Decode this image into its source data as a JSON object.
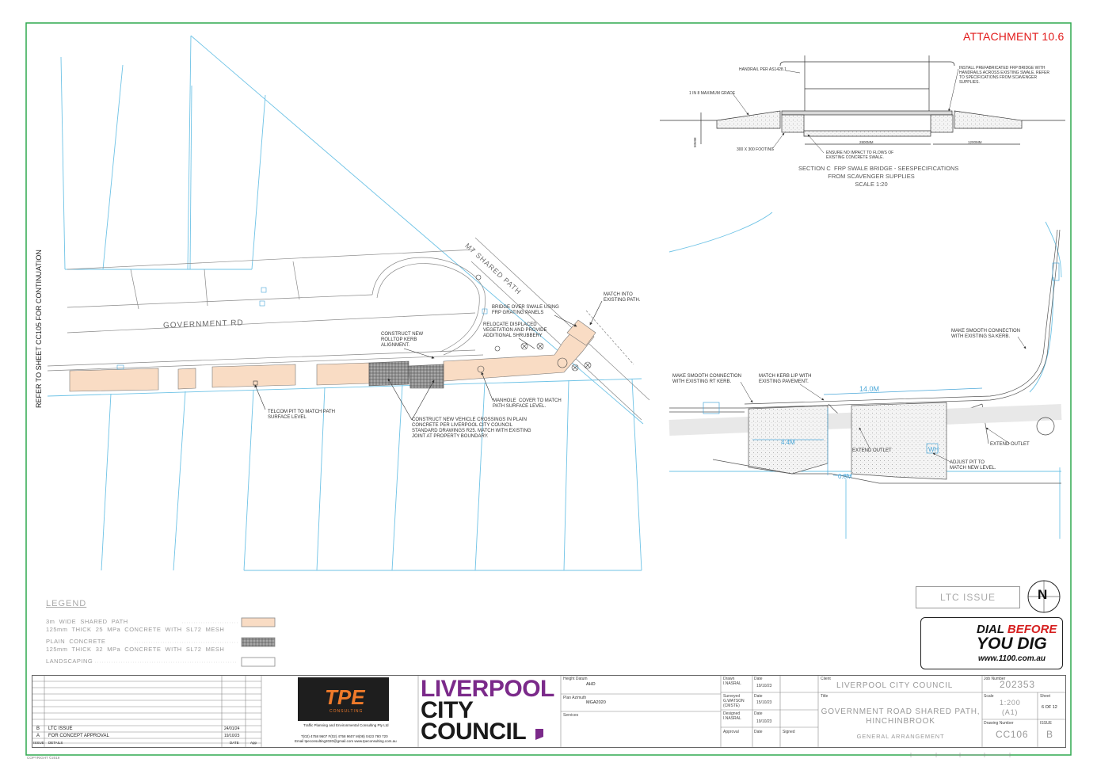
{
  "sheet": {
    "attachment": "ATTACHMENT 10.6",
    "side_note": "REFER TO SHEET CC105 FOR CONTINUATION",
    "copyright": "COPYRIGHT ©2019"
  },
  "plan": {
    "road_government": "GOVERNMENT RD",
    "road_shared_path": "M7 SHARED PATH",
    "labels": {
      "match_existing_path": "MATCH INTO\nEXISTING PATH.",
      "bridge_over_swale": "BRIDGE OVER SWALE USING\nFRP GRATING PANELS",
      "relocate_vegetation": "RELOCATE DISPLACED\nVEGETATION AND PROVIDE\nADDITIONAL SHRUBBERY",
      "rolltop_kerb": "CONSTRUCT NEW\nROLLTOP KERB\nALIGNMENT.",
      "telecom_pit": "TELCOM PIT TO MATCH PATH\nSURFACE LEVEL",
      "vehicle_crossings": "CONSTRUCT NEW VEHICLE CROSSINGS IN PLAIN\nCONCRETE PER LIVERPOOL CITY COUNCIL\nSTANDARD DRAWINGS R25. MATCH WITH EXISTING\nJOINT AT PROPERTY BOUNDARY.",
      "manhole_cover": "MANHOLE  COVER TO MATCH\nPATH SURFACE LEVEL."
    }
  },
  "section": {
    "handrail": "HANDRAIL PER AS1428.1",
    "grade": "1 IN 8 MAXIMUM GRADE",
    "install_bridge": "INSTALL PREFABRICATED FRP BRIDGE WITH\nHANDRAILS ACROSS EXISTING SWALE. REFER\nTO SPECIFICATIONS FROM SCAVENGER\nSUPPLIES.",
    "footing": "300 x 300 FOOTING",
    "no_impact": "ENSURE NO IMPACT TO FLOWS OF\nEXISTING CONCRETE SWALE.",
    "dim_2800": "2800mm",
    "dim_1200": "1200mm",
    "dim_50": "50mm",
    "caption": "SECTION C  FRP SWALE BRIDGE - SEESPECIFICATIONS\nFROM SCAVENGER SUPPLIES\nSCALE 1:20"
  },
  "detail": {
    "smooth_sa": "MAKE SMOOTH CONNECTION\nWITH EXISTING SA KERB.",
    "smooth_rt": "MAKE SMOOTH CONNECTION\nWITH EXISTING RT KERB.",
    "kerb_lip": "MATCH KERB LIP WITH\nEXISTING PAVEMENT.",
    "dim_14": "14.0m",
    "dim_44": "4.4m",
    "dim_08": "0.8m",
    "extend_outlet_1": "EXTEND OUTLET",
    "extend_outlet_2": "EXTEND OUTLET",
    "adjust_pit": "ADJUST PIT TO\nMATCH NEW LEVEL.",
    "wh": "WH"
  },
  "legend": {
    "title": "LEGEND",
    "items": [
      {
        "text": "3m  WIDE  SHARED  PATH\n125mm  THICK  25  MPa  CONCRETE  WITH  SL72  MESH",
        "color": "#f9dcc4",
        "pattern": "plain"
      },
      {
        "text": "PLAIN  CONCRETE\n125mm  THICK  32  MPa  CONCRETE  WITH  SL72  MESH",
        "color": "#9a9a9a",
        "pattern": "hatch"
      },
      {
        "text": "LANDSCAPING",
        "color": "#ffffff",
        "pattern": "plain"
      }
    ]
  },
  "stamps": {
    "ltc_issue": "LTC ISSUE",
    "north": "N",
    "dial_before": "DIAL",
    "dial_before_red": "BEFORE",
    "you_dig": "YOU DIG",
    "website": "www.1100.com.au"
  },
  "title_block": {
    "revisions": [
      {
        "issue": "B",
        "details": "LTC ISSUE",
        "date": "24/01/24"
      },
      {
        "issue": "A",
        "details": "FOR CONCEPT APPROVAL",
        "date": "19/10/23"
      }
    ],
    "rev_headers": {
      "issue": "ISSUE",
      "details": "DETAILS",
      "date": "DATE",
      "app": "App"
    },
    "consultant": {
      "logo": "TPE",
      "logo_sub": "CONSULTING",
      "name": "Traffic Planning and Environmental Consulting Pty Ltd",
      "contact": "T(02) 4758 9607 F(02) 4758 9607 M(08) 0423 780 720",
      "email": "Email tpeconsulting2020@gmail.com  www.tpeconsulting.com.au"
    },
    "council_logo_l1": "LIVERPOOL",
    "council_logo_l2": "CITY",
    "council_logo_l3": "COUNCIL",
    "height_datum_label": "Height Datum",
    "height_datum": "AHD",
    "plan_azimuth_label": "Plan Azimuth",
    "plan_azimuth": "MGA2020",
    "services_label": "Services",
    "drawn_label": "Drawn",
    "drawn": "I.NASRAL",
    "drawn_date": "19/10/23",
    "surveyed_label": "Surveyed",
    "surveyed": "G.WATSON\n(CMSTE)",
    "surveyed_date": "15/10/23",
    "designed_label": "Designed",
    "designed": "I.NASRAL",
    "designed_date": "19/10/23",
    "approval_label": "Approval",
    "date_label": "Date",
    "signed_label": "Signed",
    "client_label": "Client",
    "client": "LIVERPOOL  CITY  COUNCIL",
    "title_label": "Title",
    "title_l1": "GOVERNMENT  ROAD  SHARED  PATH,",
    "title_l2": "HINCHINBROOK",
    "subtitle": "GENERAL  ARRANGEMENT",
    "job_label": "Job Number",
    "job": "202353",
    "scale_label": "Scale",
    "scale": "1:200",
    "paper": "(A1)",
    "sheet_label": "Sheet",
    "sheet": "6 OF 12",
    "drawing_label": "Drawing Number",
    "drawing": "CC106",
    "issue_label": "ISSUE",
    "issue": "B"
  }
}
